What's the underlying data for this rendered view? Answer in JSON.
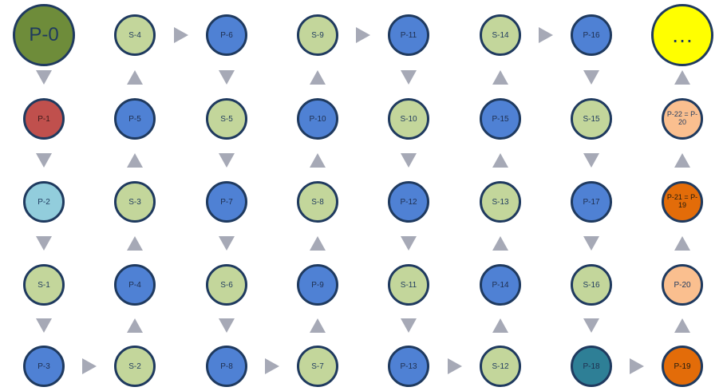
{
  "colors": {
    "olive": "#6e8c3a",
    "red": "#c0504d",
    "lightblue": "#92cddc",
    "green": "#c3d69b",
    "blue": "#4f81d4",
    "teal": "#2e7f96",
    "peach": "#fabf8f",
    "orange": "#e36c09",
    "yellow": "#ffff00",
    "border": "#1f3a5f",
    "arrow": "#a6a9b6"
  },
  "nodes": [
    {
      "label": "P-0",
      "col": 0,
      "row": 0,
      "color": "olive",
      "size": "large"
    },
    {
      "label": "P-1",
      "col": 0,
      "row": 1,
      "color": "red"
    },
    {
      "label": "P-2",
      "col": 0,
      "row": 2,
      "color": "lightblue"
    },
    {
      "label": "S-1",
      "col": 0,
      "row": 3,
      "color": "green"
    },
    {
      "label": "P-3",
      "col": 0,
      "row": 4,
      "color": "blue"
    },
    {
      "label": "S-4",
      "col": 1,
      "row": 0,
      "color": "green"
    },
    {
      "label": "P-5",
      "col": 1,
      "row": 1,
      "color": "blue"
    },
    {
      "label": "S-3",
      "col": 1,
      "row": 2,
      "color": "green"
    },
    {
      "label": "P-4",
      "col": 1,
      "row": 3,
      "color": "blue"
    },
    {
      "label": "S-2",
      "col": 1,
      "row": 4,
      "color": "green"
    },
    {
      "label": "P-6",
      "col": 2,
      "row": 0,
      "color": "blue"
    },
    {
      "label": "S-5",
      "col": 2,
      "row": 1,
      "color": "green"
    },
    {
      "label": "P-7",
      "col": 2,
      "row": 2,
      "color": "blue"
    },
    {
      "label": "S-6",
      "col": 2,
      "row": 3,
      "color": "green"
    },
    {
      "label": "P-8",
      "col": 2,
      "row": 4,
      "color": "blue"
    },
    {
      "label": "S-9",
      "col": 3,
      "row": 0,
      "color": "green"
    },
    {
      "label": "P-10",
      "col": 3,
      "row": 1,
      "color": "blue"
    },
    {
      "label": "S-8",
      "col": 3,
      "row": 2,
      "color": "green"
    },
    {
      "label": "P-9",
      "col": 3,
      "row": 3,
      "color": "blue"
    },
    {
      "label": "S-7",
      "col": 3,
      "row": 4,
      "color": "green"
    },
    {
      "label": "P-11",
      "col": 4,
      "row": 0,
      "color": "blue"
    },
    {
      "label": "S-10",
      "col": 4,
      "row": 1,
      "color": "green"
    },
    {
      "label": "P-12",
      "col": 4,
      "row": 2,
      "color": "blue"
    },
    {
      "label": "S-11",
      "col": 4,
      "row": 3,
      "color": "green"
    },
    {
      "label": "P-13",
      "col": 4,
      "row": 4,
      "color": "blue"
    },
    {
      "label": "S-14",
      "col": 5,
      "row": 0,
      "color": "green"
    },
    {
      "label": "P-15",
      "col": 5,
      "row": 1,
      "color": "blue"
    },
    {
      "label": "S-13",
      "col": 5,
      "row": 2,
      "color": "green"
    },
    {
      "label": "P-14",
      "col": 5,
      "row": 3,
      "color": "blue"
    },
    {
      "label": "S-12",
      "col": 5,
      "row": 4,
      "color": "green"
    },
    {
      "label": "P-16",
      "col": 6,
      "row": 0,
      "color": "blue"
    },
    {
      "label": "S-15",
      "col": 6,
      "row": 1,
      "color": "green"
    },
    {
      "label": "P-17",
      "col": 6,
      "row": 2,
      "color": "blue"
    },
    {
      "label": "S-16",
      "col": 6,
      "row": 3,
      "color": "green"
    },
    {
      "label": "P-18",
      "col": 6,
      "row": 4,
      "color": "teal"
    },
    {
      "label": "…",
      "col": 7,
      "row": 0,
      "color": "yellow",
      "size": "large"
    },
    {
      "label": "P-22 = P-20",
      "col": 7,
      "row": 1,
      "color": "peach"
    },
    {
      "label": "P-21 = P-19",
      "col": 7,
      "row": 2,
      "color": "orange"
    },
    {
      "label": "P-20",
      "col": 7,
      "row": 3,
      "color": "peach"
    },
    {
      "label": "P-19",
      "col": 7,
      "row": 4,
      "color": "orange"
    }
  ],
  "arrows": [
    {
      "dir": "down",
      "col": 0,
      "gap": 0
    },
    {
      "dir": "down",
      "col": 0,
      "gap": 1
    },
    {
      "dir": "down",
      "col": 0,
      "gap": 2
    },
    {
      "dir": "down",
      "col": 0,
      "gap": 3
    },
    {
      "dir": "right",
      "after_col": 0,
      "row": 4
    },
    {
      "dir": "up",
      "col": 1,
      "gap": 0
    },
    {
      "dir": "up",
      "col": 1,
      "gap": 1
    },
    {
      "dir": "up",
      "col": 1,
      "gap": 2
    },
    {
      "dir": "up",
      "col": 1,
      "gap": 3
    },
    {
      "dir": "right",
      "after_col": 1,
      "row": 0
    },
    {
      "dir": "down",
      "col": 2,
      "gap": 0
    },
    {
      "dir": "down",
      "col": 2,
      "gap": 1
    },
    {
      "dir": "down",
      "col": 2,
      "gap": 2
    },
    {
      "dir": "down",
      "col": 2,
      "gap": 3
    },
    {
      "dir": "right",
      "after_col": 2,
      "row": 4
    },
    {
      "dir": "up",
      "col": 3,
      "gap": 0
    },
    {
      "dir": "up",
      "col": 3,
      "gap": 1
    },
    {
      "dir": "up",
      "col": 3,
      "gap": 2
    },
    {
      "dir": "up",
      "col": 3,
      "gap": 3
    },
    {
      "dir": "right",
      "after_col": 3,
      "row": 0
    },
    {
      "dir": "down",
      "col": 4,
      "gap": 0
    },
    {
      "dir": "down",
      "col": 4,
      "gap": 1
    },
    {
      "dir": "down",
      "col": 4,
      "gap": 2
    },
    {
      "dir": "down",
      "col": 4,
      "gap": 3
    },
    {
      "dir": "right",
      "after_col": 4,
      "row": 4
    },
    {
      "dir": "up",
      "col": 5,
      "gap": 0
    },
    {
      "dir": "up",
      "col": 5,
      "gap": 1
    },
    {
      "dir": "up",
      "col": 5,
      "gap": 2
    },
    {
      "dir": "up",
      "col": 5,
      "gap": 3
    },
    {
      "dir": "right",
      "after_col": 5,
      "row": 0
    },
    {
      "dir": "down",
      "col": 6,
      "gap": 0
    },
    {
      "dir": "down",
      "col": 6,
      "gap": 1
    },
    {
      "dir": "down",
      "col": 6,
      "gap": 2
    },
    {
      "dir": "down",
      "col": 6,
      "gap": 3
    },
    {
      "dir": "right",
      "after_col": 6,
      "row": 4
    },
    {
      "dir": "up",
      "col": 7,
      "gap": 0
    },
    {
      "dir": "up",
      "col": 7,
      "gap": 1
    },
    {
      "dir": "up",
      "col": 7,
      "gap": 2
    },
    {
      "dir": "up",
      "col": 7,
      "gap": 3
    }
  ]
}
